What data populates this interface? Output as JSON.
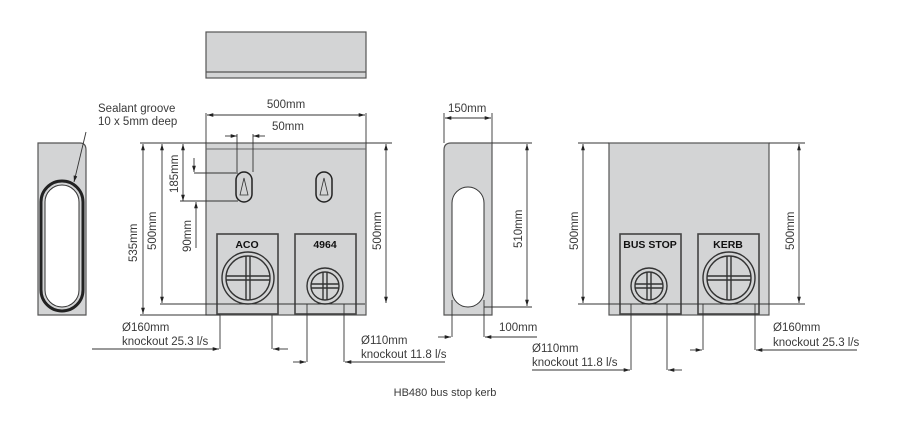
{
  "title": "HB480 bus stop kerb",
  "views": {
    "top": {
      "name": "top-view"
    },
    "end_section": {
      "callout": [
        "Sealant groove",
        "10 x 5mm deep"
      ]
    },
    "front": {
      "width": "500mm",
      "slot_spacing": "50mm",
      "height_outer": "535mm",
      "height_inner": "500mm",
      "slot_depth": "185mm",
      "slot_offset": "90mm",
      "height_right": "500mm",
      "panel_left_label": "ACO",
      "panel_right_label": "4964",
      "knockout_large": [
        "Ø160mm",
        "knockout 25.3 l/s"
      ],
      "knockout_small": [
        "Ø110mm",
        "knockout 11.8 l/s"
      ]
    },
    "side": {
      "width": "150mm",
      "height": "510mm",
      "slot_width": "100mm"
    },
    "rear": {
      "height_left": "500mm",
      "height_right": "500mm",
      "panel_left_label": "BUS STOP",
      "panel_right_label": "KERB",
      "knockout_small": [
        "Ø110mm",
        "knockout 11.8 l/s"
      ],
      "knockout_large": [
        "Ø160mm",
        "knockout 25.3 l/s"
      ]
    }
  },
  "colors": {
    "body_fill": "#d3d4d5",
    "line": "#333333",
    "background": "#ffffff"
  }
}
